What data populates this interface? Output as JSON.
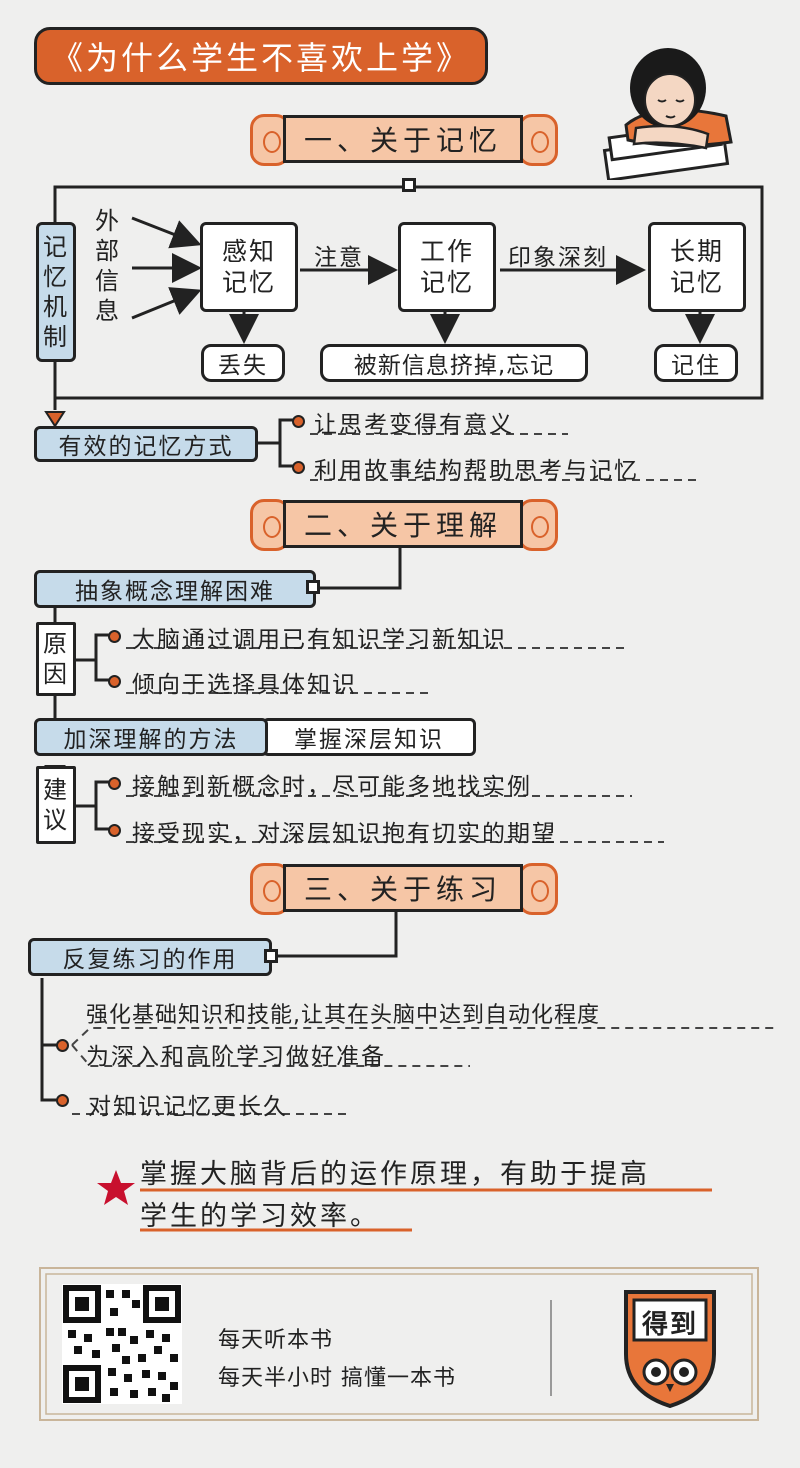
{
  "title": "《为什么学生不喜欢上学》",
  "sections": {
    "s1": "一、关于记忆",
    "s2": "二、关于理解",
    "s3": "三、关于练习"
  },
  "memory": {
    "mechanism": [
      "记",
      "忆",
      "机",
      "制"
    ],
    "external": [
      "外",
      "部",
      "信",
      "息"
    ],
    "sensory": [
      "感知",
      "记忆"
    ],
    "working": [
      "工作",
      "记忆"
    ],
    "longterm": [
      "长期",
      "记忆"
    ],
    "attention": "注意",
    "deep_impression": "印象深刻",
    "lost": "丢失",
    "forgotten": "被新信息挤掉,忘记",
    "remembered": "记住",
    "effective_title": "有效的记忆方式",
    "effective_items": [
      "让思考变得有意义",
      "利用故事结构帮助思考与记忆"
    ]
  },
  "understanding": {
    "difficulty": "抽象概念理解困难",
    "reason_label": [
      "原",
      "因"
    ],
    "reasons": [
      "大脑通过调用已有知识学习新知识",
      "倾向于选择具体知识"
    ],
    "method_title": "加深理解的方法",
    "method_value": "掌握深层知识",
    "suggest_label": [
      "建",
      "议"
    ],
    "suggestions": [
      "接触到新概念时，尽可能多地找实例",
      "接受现实，对深层知识抱有切实的期望"
    ]
  },
  "practice": {
    "title": "反复练习的作用",
    "items": [
      "强化基础知识和技能,让其在头脑中达到自动化程度",
      "为深入和高阶学习做好准备",
      "对知识记忆更长久"
    ]
  },
  "conclusion": [
    "掌握大脑背后的运作原理，有助于提高",
    "学生的学习效率。"
  ],
  "footer": {
    "line1": "每天听本书",
    "line2": "每天半小时 搞懂一本书",
    "logo_text": "得到"
  },
  "colors": {
    "accent": "#d9622b",
    "scroll": "#f6c6a6",
    "blue": "#c6dbea",
    "star": "#c8102e"
  }
}
